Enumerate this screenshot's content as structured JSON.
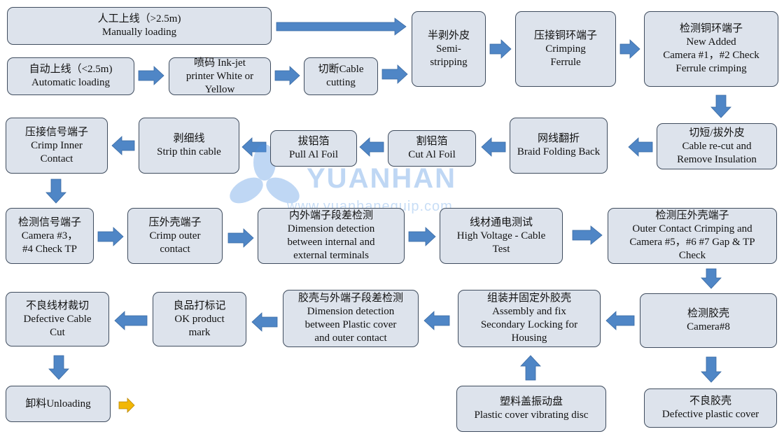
{
  "boxes": {
    "manual_loading": {
      "l1": "人工上线（>2.5m)",
      "l2": "Manually loading"
    },
    "auto_loading": {
      "l1": "自动上线（<2.5m)",
      "l2": "Automatic loading"
    },
    "inkjet": {
      "l1": "喷码 Ink-jet",
      "l2": "printer White or",
      "l3": "Yellow"
    },
    "cutting": {
      "l1": "切断Cable",
      "l2": "cutting"
    },
    "semi_strip": {
      "l1": "半剥外皮",
      "l2": "Semi-",
      "l3": "stripping"
    },
    "crimp_ferrule": {
      "l1": "压接铜环端子",
      "l2": "Crimping",
      "l3": "Ferrule"
    },
    "check_ferrule": {
      "l1": "检测铜环端子",
      "l2": "New Added",
      "l3": "Camera #1，#2 Check",
      "l4": "Ferrule crimping"
    },
    "recut": {
      "l1": "切短/拔外皮",
      "l2": "Cable re-cut and",
      "l3": "Remove Insulation"
    },
    "braid": {
      "l1": "网线翻折",
      "l2": "Braid Folding Back"
    },
    "cut_foil": {
      "l1": "割铝箔",
      "l2": "Cut Al Foil"
    },
    "pull_foil": {
      "l1": "拔铝箔",
      "l2": "Pull Al Foil"
    },
    "strip_thin": {
      "l1": "剥细线",
      "l2": "Strip thin cable"
    },
    "crimp_inner": {
      "l1": "压接信号端子",
      "l2": "Crimp Inner",
      "l3": "Contact"
    },
    "check_signal": {
      "l1": "检测信号端子",
      "l2": "Camera #3，",
      "l3": "#4  Check TP"
    },
    "crimp_outer": {
      "l1": "压外壳端子",
      "l2": "Crimp outer",
      "l3": "contact"
    },
    "dim_internal": {
      "l1": "内外端子段差检测",
      "l2": "Dimension detection",
      "l3": "between internal and",
      "l4": "external terminals"
    },
    "hv_test": {
      "l1": "线材通电测试",
      "l2": "High Voltage - Cable",
      "l3": "Test"
    },
    "check_outer": {
      "l1": "检测压外壳端子",
      "l2": "Outer Contact Crimping and",
      "l3": "Camera #5，#6 #7 Gap & TP",
      "l4": "Check"
    },
    "check_housing": {
      "l1": "检测胶壳",
      "l2": "Camera#8"
    },
    "assembly": {
      "l1": "组装并固定外胶壳",
      "l2": "Assembly and fix",
      "l3": "Secondary Locking for",
      "l4": "Housing"
    },
    "dim_plastic": {
      "l1": "胶壳与外端子段差检测",
      "l2": "Dimension detection",
      "l3": "between Plastic cover",
      "l4": "and outer contact"
    },
    "ok_mark": {
      "l1": "良品打标记",
      "l2": "OK product",
      "l3": "mark"
    },
    "defective_cut": {
      "l1": "不良线材裁切",
      "l2": "Defective Cable",
      "l3": "Cut"
    },
    "unloading": {
      "l1": "卸料Unloading"
    },
    "vibrating": {
      "l1": "塑料盖振动盘",
      "l2": "Plastic cover vibrating disc"
    },
    "defective_cover": {
      "l1": "不良胶壳",
      "l2": "Defective plastic cover"
    }
  },
  "watermark": {
    "brand": "YUANHAN",
    "url": "www.yuanhanequip.com"
  },
  "colors": {
    "box_fill": "#dde3ec",
    "box_border": "#3f4c5e",
    "arrow_blue": "#4f86c6",
    "arrow_gold": "#f2b705"
  }
}
